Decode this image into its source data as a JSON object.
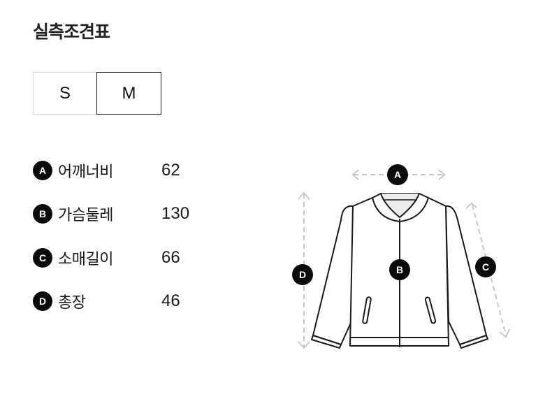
{
  "title": "실측조견표",
  "size_tabs": [
    {
      "label": "S",
      "active": false
    },
    {
      "label": "M",
      "active": true
    }
  ],
  "measurements": [
    {
      "key": "A",
      "label": "어깨너비",
      "value": "62"
    },
    {
      "key": "B",
      "label": "가슴둘레",
      "value": "130"
    },
    {
      "key": "C",
      "label": "소매길이",
      "value": "66"
    },
    {
      "key": "D",
      "label": "총장",
      "value": "46"
    }
  ],
  "diagram": {
    "markers": [
      "A",
      "B",
      "C",
      "D"
    ],
    "garment": "jacket-illustration"
  },
  "colors": {
    "text": "#222222",
    "badge": "#0b0b0b",
    "dashed_guides": "#c8c8c8",
    "tab_border_active": "#222222",
    "tab_border_inactive": "#d6d6d6"
  }
}
